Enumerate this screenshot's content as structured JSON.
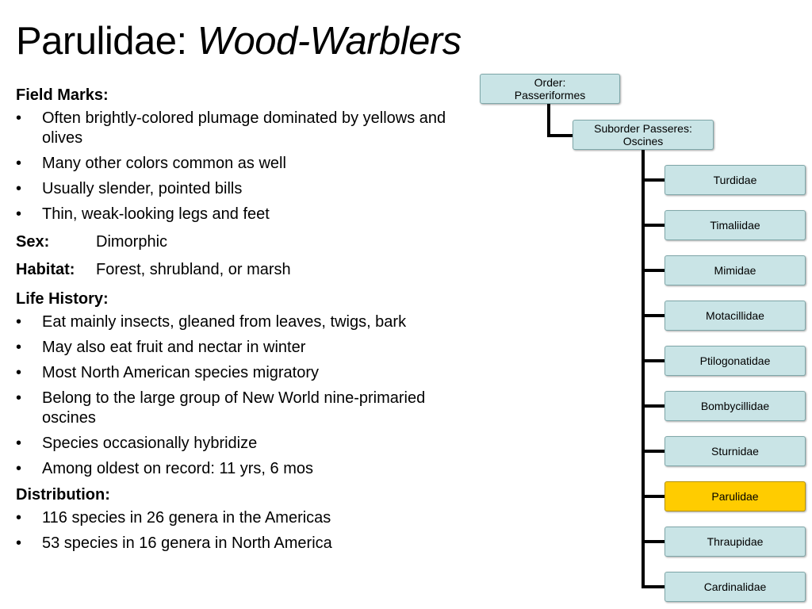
{
  "title": {
    "main": "Parulidae: ",
    "italic": "Wood-Warblers"
  },
  "field_marks": {
    "heading": "Field Marks:",
    "items": [
      "Often brightly-colored plumage dominated by yellows and olives",
      "Many other colors common as well",
      "Usually slender, pointed bills",
      "Thin, weak-looking legs and feet"
    ]
  },
  "sex": {
    "label": "Sex:",
    "value": "Dimorphic"
  },
  "habitat": {
    "label": "Habitat:",
    "value": "Forest, shrubland, or marsh"
  },
  "life_history": {
    "heading": "Life History:",
    "items": [
      "Eat mainly insects, gleaned from leaves, twigs, bark",
      "May also eat fruit and nectar in winter",
      "Most North American species migratory",
      "Belong to the large group of New World nine-primaried oscines",
      "Species occasionally hybridize",
      "Among oldest on record: 11 yrs, 6 mos"
    ]
  },
  "distribution": {
    "heading": "Distribution:",
    "items": [
      "116 species in 26 genera in the Americas",
      "53 species in 16 genera in North America"
    ]
  },
  "taxonomy": {
    "order": {
      "line1": "Order:",
      "line2": "Passeriformes"
    },
    "suborder": {
      "line1": "Suborder Passeres:",
      "line2": "Oscines"
    },
    "families": [
      "Turdidae",
      "Timaliidae",
      "Mimidae",
      "Motacillidae",
      "Ptilogonatidae",
      "Bombycillidae",
      "Sturnidae",
      "Parulidae",
      "Thraupidae",
      "Cardinalidae"
    ],
    "highlight_color": "#ffcc00",
    "box_color": "#c9e4e6"
  }
}
